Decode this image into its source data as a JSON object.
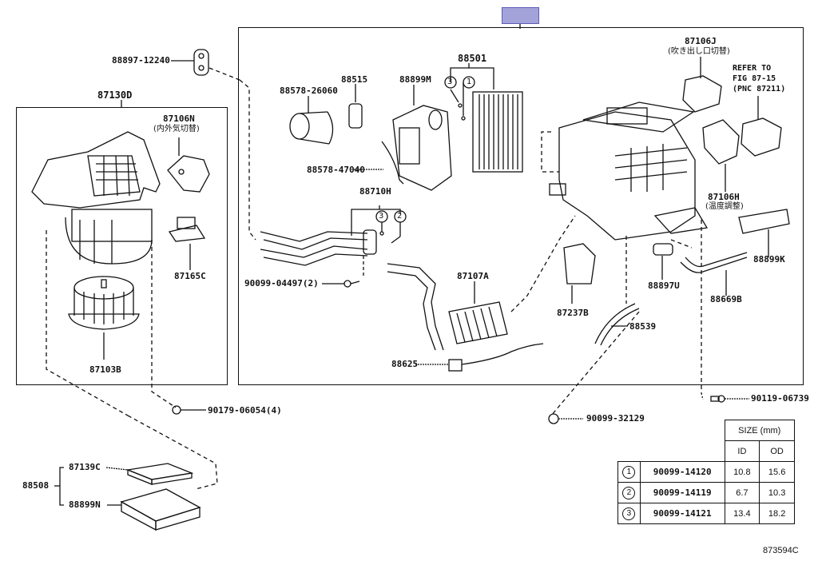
{
  "diagram": {
    "figure_id": "873594C",
    "highlight_color": "#a3a3d9",
    "labels": {
      "p88897_12240": "88897-12240",
      "p87130D": "87130D",
      "p87106N": "87106N",
      "p87106N_note": "(内外気切替)",
      "p87165C": "87165C",
      "p87103B": "87103B",
      "p90179_06054": "90179-06054(4)",
      "p87139C": "87139C",
      "p88508": "88508",
      "p88899N": "88899N",
      "p88578_26060": "88578-26060",
      "p88515": "88515",
      "p88899M": "88899M",
      "p88501": "88501",
      "p88578_47040": "88578-47040",
      "p87106J": "87106J",
      "p87106J_note": "(吹き出し口切替)",
      "refer_line1": "REFER TO",
      "refer_line2": "FIG 87-15",
      "refer_line3": "(PNC 87211)",
      "p87106H": "87106H",
      "p87106H_note": "(温度調整)",
      "p88710H": "88710H",
      "p90099_04497": "90099-04497(2)",
      "p87107A": "87107A",
      "p87237B": "87237B",
      "p88897U": "88897U",
      "p88899K": "88899K",
      "p88669B": "88669B",
      "p88539": "88539",
      "p88625": "88625",
      "p90099_32129": "90099-32129",
      "p90119_06739": "90119-06739"
    },
    "callouts": {
      "c88501_a": "3",
      "c88501_b": "1",
      "c88710H_a": "3",
      "c88710H_b": "2"
    },
    "size_table": {
      "header": "SIZE (mm)",
      "col_id": "ID",
      "col_od": "OD",
      "rows": [
        {
          "ref": "1",
          "part": "90099-14120",
          "id": "10.8",
          "od": "15.6"
        },
        {
          "ref": "2",
          "part": "90099-14119",
          "id": "6.7",
          "od": "10.3"
        },
        {
          "ref": "3",
          "part": "90099-14121",
          "id": "13.4",
          "od": "18.2"
        }
      ]
    }
  }
}
